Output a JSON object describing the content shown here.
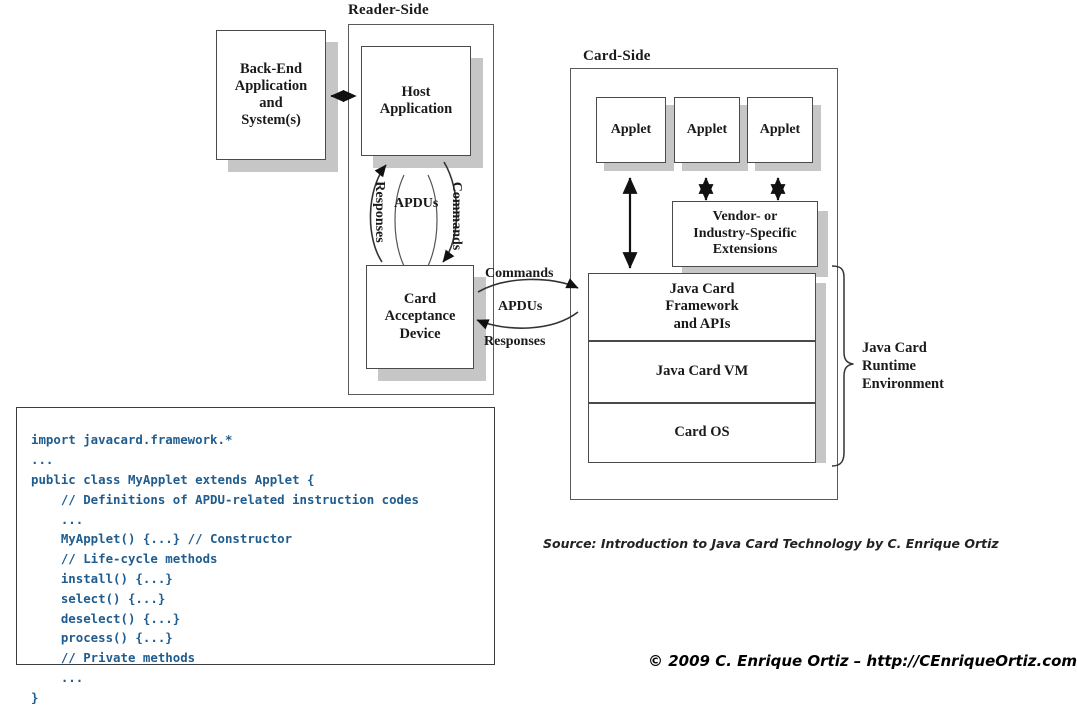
{
  "diagram": {
    "title_reader": "Reader-Side",
    "title_card": "Card-Side",
    "reader_side": {
      "backend_box": "Back-End\nApplication\nand\nSystem(s)",
      "backend_lines": [
        "Back-End",
        "Application",
        "and",
        "System(s)"
      ],
      "host_box": "Host\nApplication",
      "host_lines": [
        "Host",
        "Application"
      ],
      "cad_box": "Card\nAcceptance\nDevice",
      "cad_lines": [
        "Card",
        "Acceptance",
        "Device"
      ],
      "internal_flow": {
        "responses": "Responses",
        "commands": "Commands",
        "apdus": "APDUs"
      }
    },
    "bridge_flow": {
      "commands": "Commands",
      "apdus": "APDUs",
      "responses": "Responses"
    },
    "card_side": {
      "applets": [
        "Applet",
        "Applet",
        "Applet"
      ],
      "extensions_lines": [
        "Vendor- or",
        "Industry-Specific",
        "Extensions"
      ],
      "stack": [
        {
          "lines": [
            "Java Card",
            "Framework",
            "and APIs"
          ]
        },
        {
          "lines": [
            "Java Card VM"
          ]
        },
        {
          "lines": [
            "Card OS"
          ]
        }
      ],
      "runtime_label_lines": [
        "Java Card",
        "Runtime",
        "Environment"
      ]
    }
  },
  "code_sample": {
    "language": "java",
    "text": "import javacard.framework.*\n...\npublic class MyApplet extends Applet {\n    // Definitions of APDU-related instruction codes\n    ...\n    MyApplet() {...} // Constructor\n    // Life-cycle methods\n    install() {...}\n    select() {...}\n    deselect() {...}\n    process() {...}\n    // Private methods\n    ...\n}",
    "color": "#1f5c8f"
  },
  "footer": {
    "source": "Source: Introduction to Java Card Technology by C. Enrique Ortiz",
    "copyright": "© 2009 C. Enrique Ortiz – http://CEnriqueOrtiz.com"
  },
  "colors": {
    "box_border": "#4a4a4a",
    "shadow": "#c6c6c6",
    "code_text": "#1f5c8f",
    "text": "#1a1a1a",
    "background": "#ffffff"
  }
}
